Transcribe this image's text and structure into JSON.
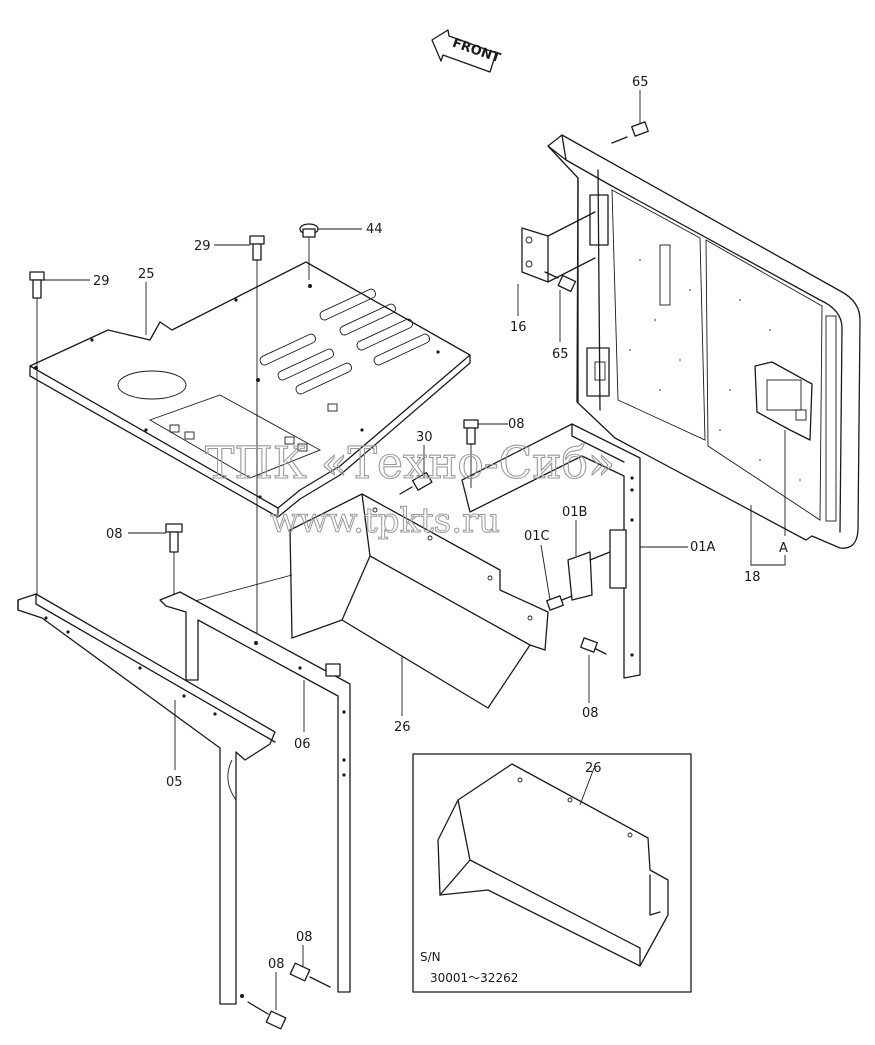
{
  "front_arrow": {
    "text": "FRONT"
  },
  "watermark": {
    "line1": "ТПК «Техно-Сиб»",
    "line2": "www.tpkts.ru"
  },
  "labels": {
    "p65_top": "65",
    "p44": "44",
    "p29_mid": "29",
    "p29_left": "29",
    "p25": "25",
    "p16": "16",
    "p65_mid": "65",
    "p08_upper": "08",
    "p30": "30",
    "p01b": "01B",
    "p01c": "01C",
    "p01a": "01A",
    "p08_left": "08",
    "p08_small": "08",
    "p26": "26",
    "p06": "06",
    "p05": "05",
    "pA": "A",
    "p18": "18",
    "p26_inset": "26",
    "p08_bottom_right": "08",
    "p08_bottom_left": "08"
  },
  "inset": {
    "sn_label": "S/N",
    "serial_range": "30001～32262"
  }
}
